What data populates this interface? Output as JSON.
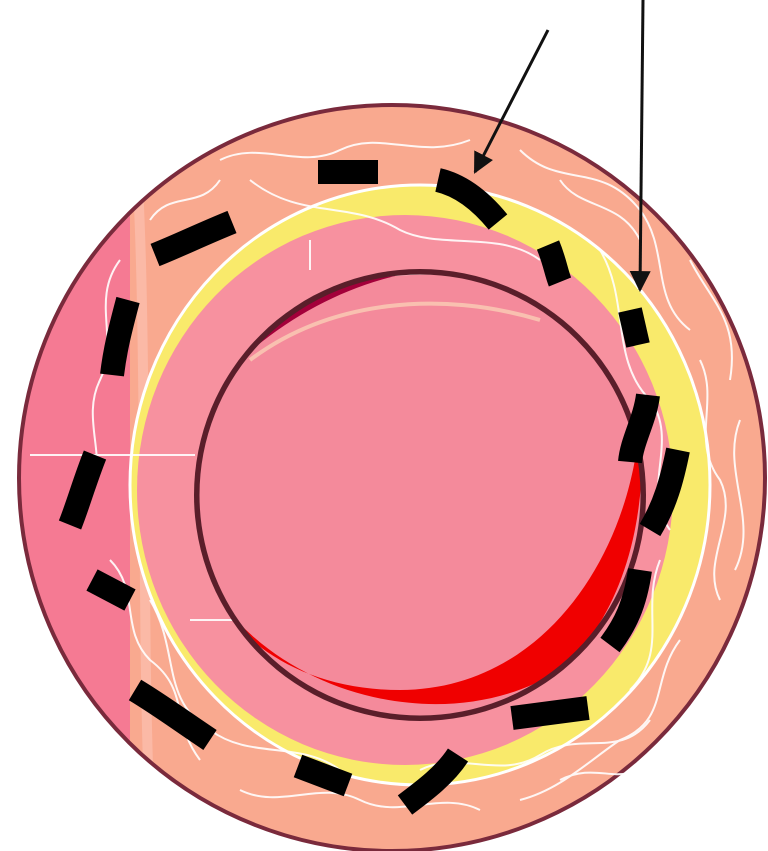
{
  "diagram": {
    "labels": [],
    "colors": {
      "background": "#ffffff",
      "outer_layer": "#f9a98f",
      "outer_layer_left": "#f57a93",
      "rim_outline": "#7a2a3c",
      "middle_layer": "#f9ea6b",
      "inner_band": "#f48a9b",
      "lumen": "#f48a9b",
      "crescent_dark": "#a3003a",
      "crescent_red": "#f00000",
      "dashes": "#000000",
      "fibers": "#ffffff",
      "arrows": "#111111"
    },
    "arrows": [
      {
        "name": "arrow-to-inner-dashes"
      },
      {
        "name": "arrow-to-outer-dashes"
      }
    ],
    "layers": [
      {
        "name": "outer-adventitia-layer"
      },
      {
        "name": "yellow-media-layer"
      },
      {
        "name": "pink-inner-layer"
      },
      {
        "name": "lumen"
      }
    ]
  }
}
